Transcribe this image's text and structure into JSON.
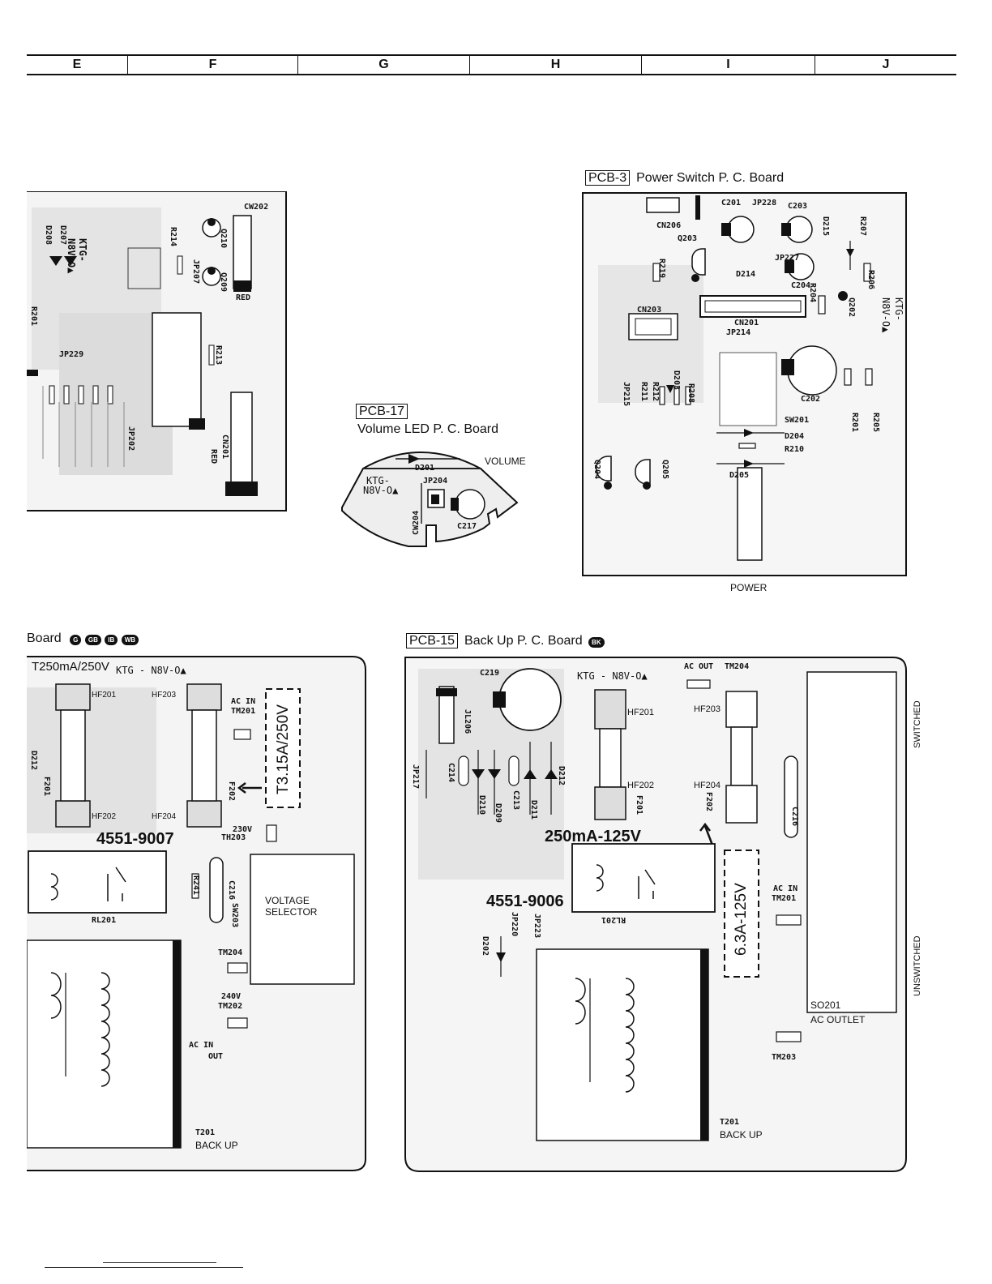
{
  "grid": {
    "columns": [
      "E",
      "F",
      "G",
      "H",
      "I",
      "J"
    ]
  },
  "pcb_left_top": {
    "labels": [
      "CW202",
      "D208",
      "D207",
      "KTG-",
      "N8V-O▲",
      "R214",
      "Q210",
      "JP207",
      "Q209",
      "RED",
      "R201",
      "JP229",
      "R213",
      "JP202",
      "CN201",
      "RED"
    ]
  },
  "pcb3": {
    "tag": "PCB-3",
    "title": "Power Switch P. C. Board",
    "bottom_label": "POWER",
    "labels": [
      "C201",
      "JP228",
      "C203",
      "D215",
      "R207",
      "CN206",
      "Q203",
      "R219",
      "JP227",
      "R206",
      "D214",
      "C204",
      "R204",
      "Q202",
      "CN203",
      "CN201",
      "JP214",
      "KTG-",
      "N8V-O▲",
      "JP215",
      "R211",
      "R212",
      "D203",
      "R208",
      "C202",
      "SW201",
      "R201",
      "R205",
      "D204",
      "R210",
      "D205",
      "Q204",
      "Q205"
    ]
  },
  "pcb17": {
    "tag": "PCB-17",
    "title": "Volume LED  P. C. Board",
    "volume_label": "VOLUME",
    "labels": [
      "D201",
      "KTG-",
      "N8V-O▲",
      "JP204",
      "CW204",
      "C217"
    ]
  },
  "pcb_left_bottom": {
    "title": "Board",
    "badges": [
      "G",
      "GB",
      "IB",
      "WB"
    ],
    "fuse_rating": "T250mA/250V",
    "ktg": "KTG - N8V-O▲",
    "fuse_box": "T3.15A/250V",
    "part_number": "4551-9007",
    "voltage_selector": "VOLTAGE SELECTOR",
    "labels": [
      "HF201",
      "HF203",
      "AC IN",
      "TM201",
      "D212",
      "F201",
      "F202",
      "HF202",
      "HF204",
      "230V",
      "TH203",
      "R241",
      "C216",
      "SW203",
      "RL201",
      "TM204",
      "240V",
      "TM202",
      "AC IN",
      "OUT",
      "T201",
      "BACK UP"
    ]
  },
  "pcb15": {
    "tag": "PCB-15",
    "title": "Back Up P. C. Board",
    "badge": "BK",
    "ktg": "KTG - N8V-O▲",
    "fuse_rating": "250mA-125V",
    "part_number": "4551-9006",
    "fuse_box": "6.3A-125V",
    "switched": "SWITCHED",
    "unswitched": "UNSWITCHED",
    "outlet": "SO201",
    "outlet_label": "AC OUTLET",
    "labels": [
      "C219",
      "AC OUT",
      "TM204",
      "JL206",
      "HF201",
      "HF203",
      "JP217",
      "C214",
      "C213",
      "D212",
      "D210",
      "D209",
      "D211",
      "F201",
      "HF202",
      "HF204",
      "F202",
      "C216",
      "RL201",
      "JP220",
      "JP223",
      "D202",
      "AC IN",
      "TM201",
      "T201",
      "BACK UP",
      "TM203"
    ]
  }
}
